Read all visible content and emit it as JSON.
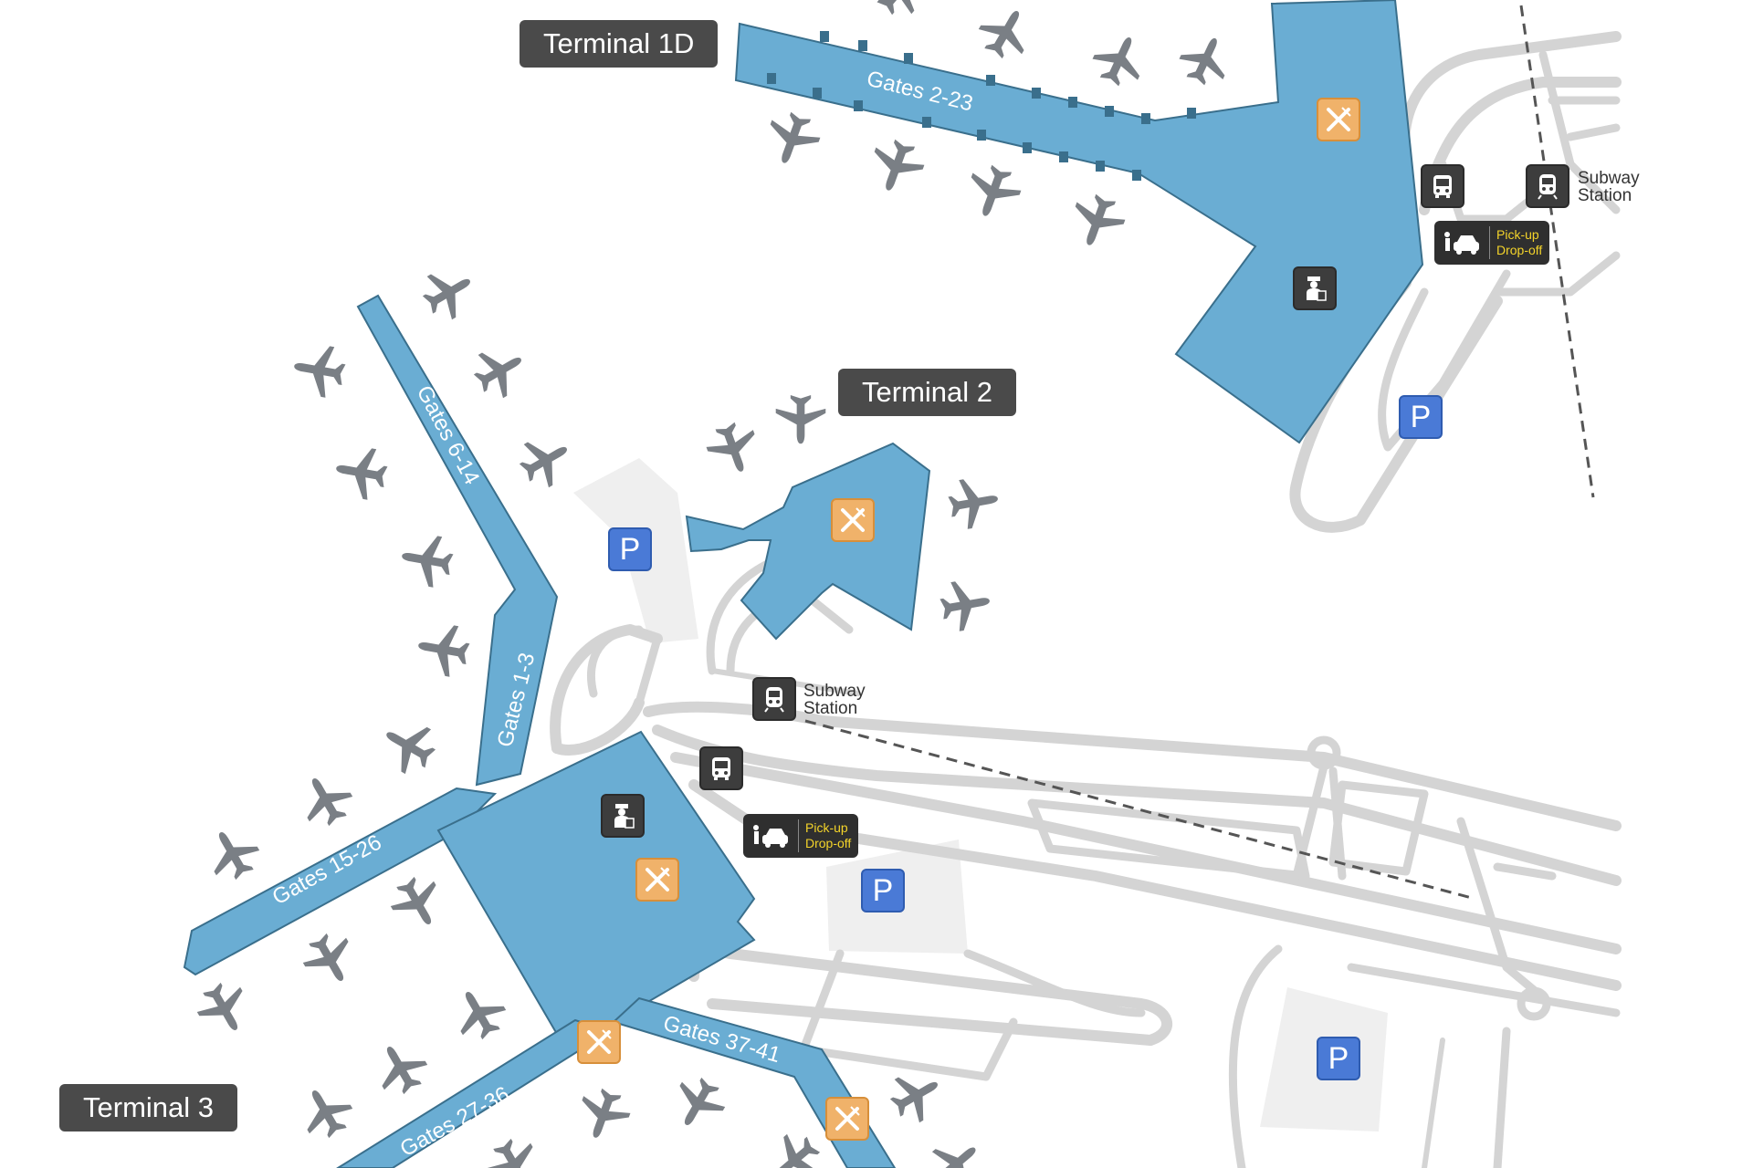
{
  "terminals": {
    "t1d": "Terminal 1D",
    "t2": "Terminal 2",
    "t3": "Terminal 3"
  },
  "gates": {
    "g2_23": "Gates 2-23",
    "g6_14": "Gates 6-14",
    "g1_3": "Gates 1-3",
    "g15_26": "Gates 15-26",
    "g27_36": "Gates 27-36",
    "g37_41": "Gates 37-41"
  },
  "labels": {
    "subway_line1": "Subway",
    "subway_line2": "Station",
    "pickup_line1": "Pick-up",
    "pickup_line2": "Drop-off",
    "parking": "P"
  },
  "icons": {
    "food": "fork-knife-icon",
    "parking": "parking-icon",
    "bus": "bus-icon",
    "subway": "subway-train-icon",
    "pickup": "taxi-pickup-icon",
    "customs": "customs-officer-icon",
    "plane": "airplane-icon"
  },
  "colors": {
    "terminal_fill": "#6aadd3",
    "terminal_edge": "#3a6f8c",
    "label_bg": "#4a4a4a",
    "food_bg": "#f0b26a",
    "parking_bg": "#4a7ad6",
    "service_bg": "#3d3d3d",
    "pickup_text": "#f4d42a",
    "road": "#d4d4d4",
    "plane": "#7a7f85"
  }
}
